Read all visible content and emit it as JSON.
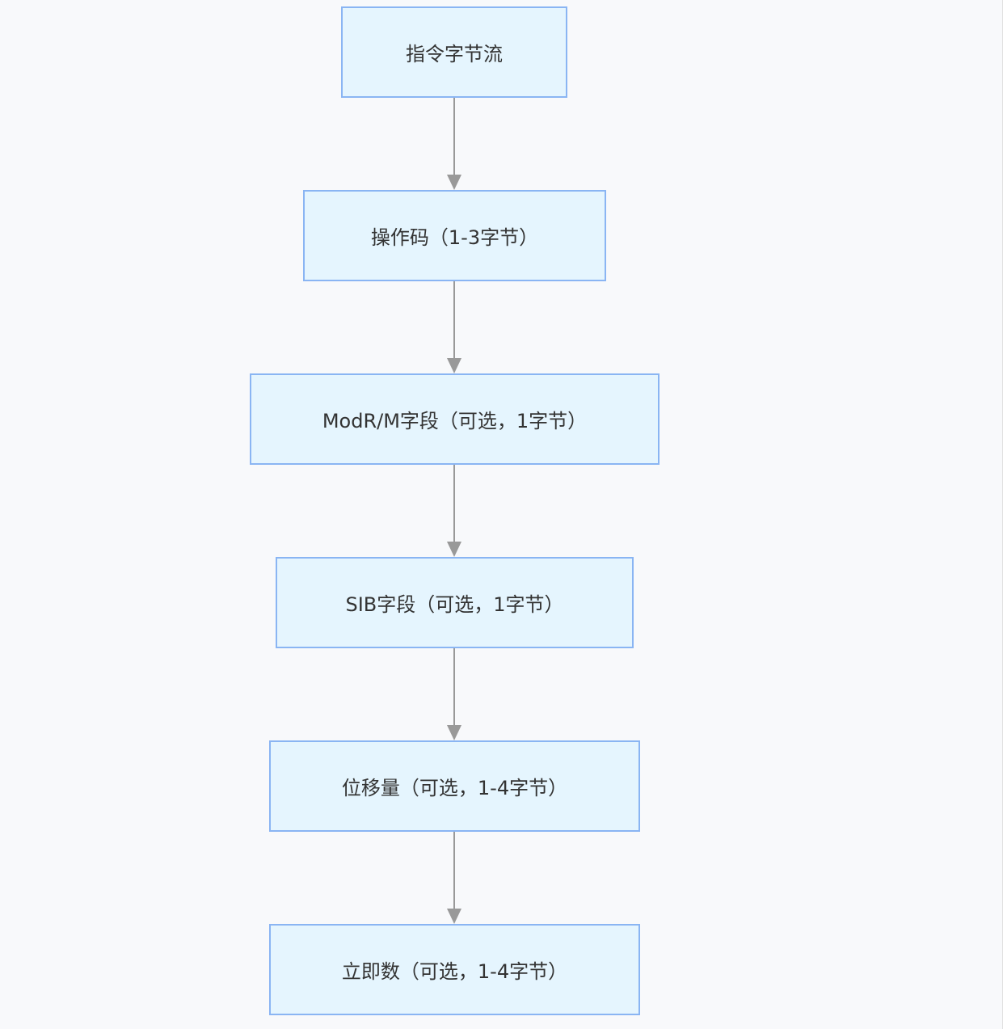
{
  "diagram": {
    "type": "flowchart",
    "direction": "top-to-bottom",
    "colors": {
      "background": "#f8f9fb",
      "node_fill": "#e5f5fe",
      "node_border": "#8ab5f3",
      "edge": "#999999",
      "text": "#333333"
    },
    "nodes": [
      {
        "id": "stream",
        "label": "指令字节流"
      },
      {
        "id": "opcode",
        "label": "操作码（1-3字节）"
      },
      {
        "id": "modrm",
        "label": "ModR/M字段（可选，1字节）"
      },
      {
        "id": "sib",
        "label": "SIB字段（可选，1字节）"
      },
      {
        "id": "displacement",
        "label": "位移量（可选，1-4字节）"
      },
      {
        "id": "immediate",
        "label": "立即数（可选，1-4字节）"
      }
    ],
    "edges": [
      {
        "from": "stream",
        "to": "opcode"
      },
      {
        "from": "opcode",
        "to": "modrm"
      },
      {
        "from": "modrm",
        "to": "sib"
      },
      {
        "from": "sib",
        "to": "displacement"
      },
      {
        "from": "displacement",
        "to": "immediate"
      }
    ]
  }
}
